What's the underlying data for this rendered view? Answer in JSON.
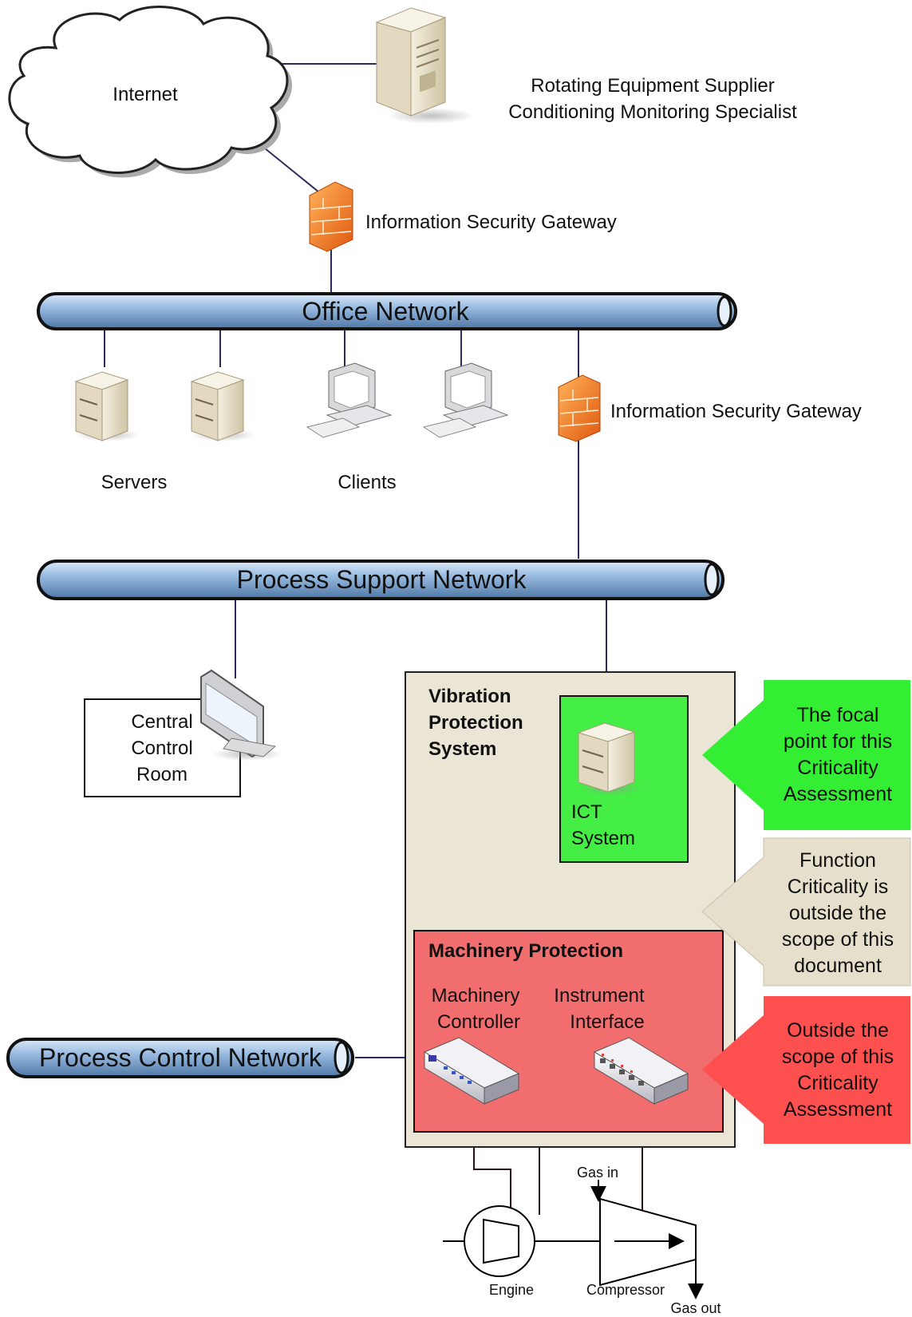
{
  "cloud": {
    "label": "Internet"
  },
  "supplier": {
    "line1": "Rotating Equipment Supplier",
    "line2": "Conditioning Monitoring Specialist"
  },
  "gateway_top": {
    "label": "Information Security Gateway"
  },
  "gateway_mid": {
    "label": "Information Security Gateway"
  },
  "networks": {
    "office": "Office Network",
    "process_support": "Process Support Network",
    "process_control": "Process Control Network"
  },
  "groups": {
    "servers": "Servers",
    "clients": "Clients"
  },
  "control_room": {
    "lines": [
      "Central",
      "Control",
      "Room"
    ]
  },
  "vps": {
    "title_lines": [
      "Vibration",
      "Protection",
      "System"
    ],
    "ict_lines": [
      "ICT",
      "System"
    ]
  },
  "machinery": {
    "title": "Machinery Protection",
    "controller_lines": [
      "Machinery",
      "Controller"
    ],
    "interface_lines": [
      "Instrument",
      "Interface"
    ]
  },
  "callouts": {
    "focal": {
      "lines": [
        "The focal",
        "point for this",
        "Criticality",
        "Assessment"
      ],
      "color": "#33ee33"
    },
    "function": {
      "lines": [
        "Function",
        "Criticality is",
        "outside the",
        "scope of this",
        "document"
      ],
      "color": "#e6dfcc"
    },
    "outside": {
      "lines": [
        "Outside the",
        "scope of this",
        "Criticality",
        "Assessment"
      ],
      "color": "#ff5050"
    }
  },
  "process": {
    "gas_in": "Gas in",
    "gas_out": "Gas out",
    "engine": "Engine",
    "compressor": "Compressor"
  },
  "colors": {
    "pipe": "#8fb3d9",
    "vps_box": "#ebe5d6",
    "ict_box": "#44ee44",
    "machinery_box": "#f26d6d",
    "link": "#2b2b5e"
  }
}
